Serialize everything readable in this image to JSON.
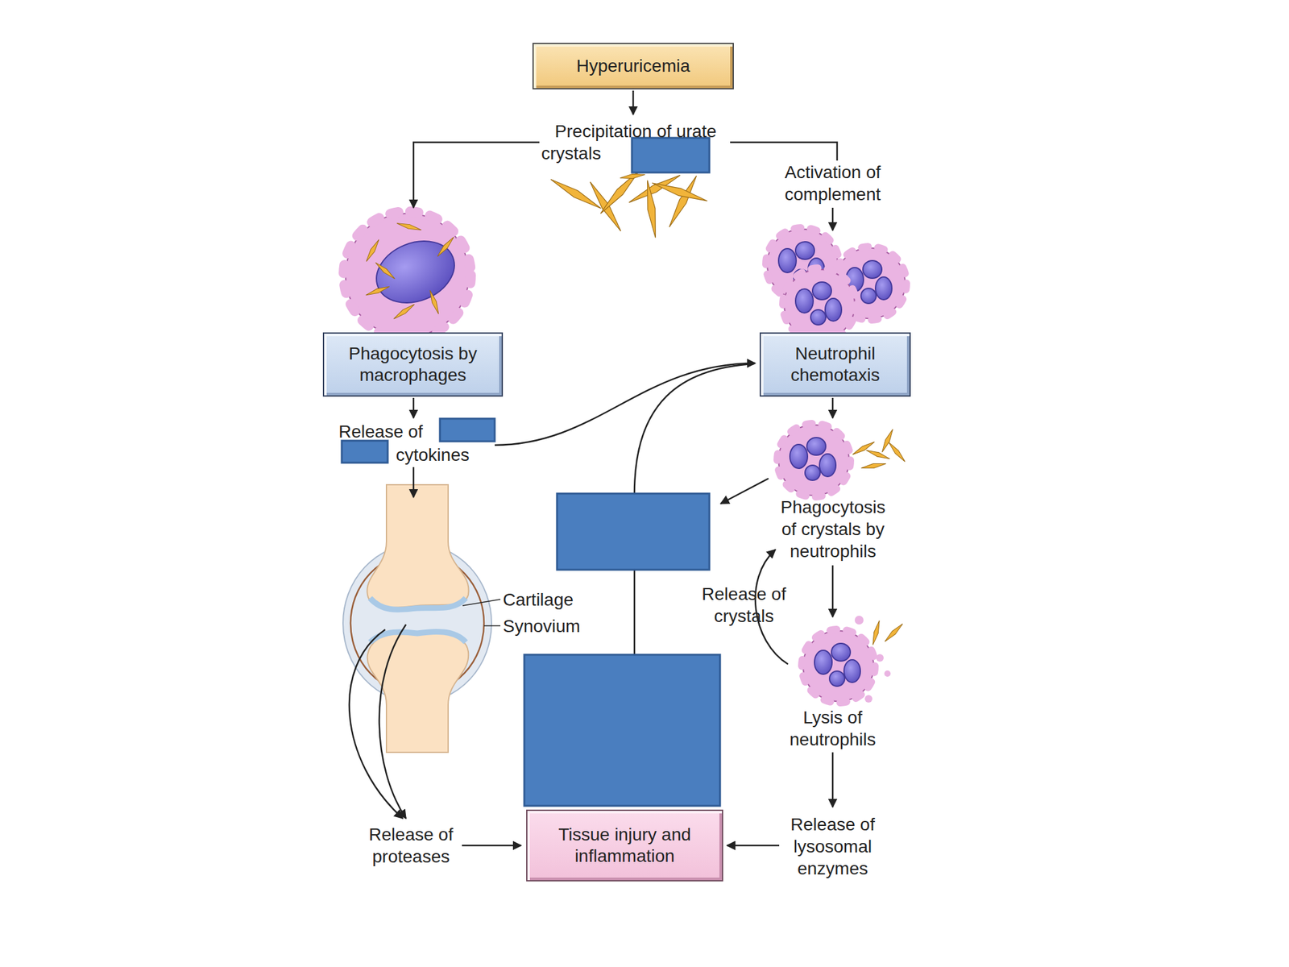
{
  "diagram": {
    "nodes": [
      {
        "text": [
          "Hyperuricemia"
        ]
      },
      {
        "text": [
          "Phagocytosis by macrophages"
        ]
      },
      {
        "text": [
          "Neutrophil chemotaxis"
        ]
      },
      {
        "text": [
          "Tissue injury and inflammation"
        ]
      }
    ],
    "labels": [
      "Precipitation of urate crystals",
      "Activation of complement",
      "Release of",
      "cytokines",
      "Phagocytosis of crystals by neutrophils",
      "Cartilage",
      "Synovium",
      "Release of crystals",
      "Lysis of neutrophils",
      "Release of proteases",
      "Release of lysosomal enzymes"
    ]
  }
}
